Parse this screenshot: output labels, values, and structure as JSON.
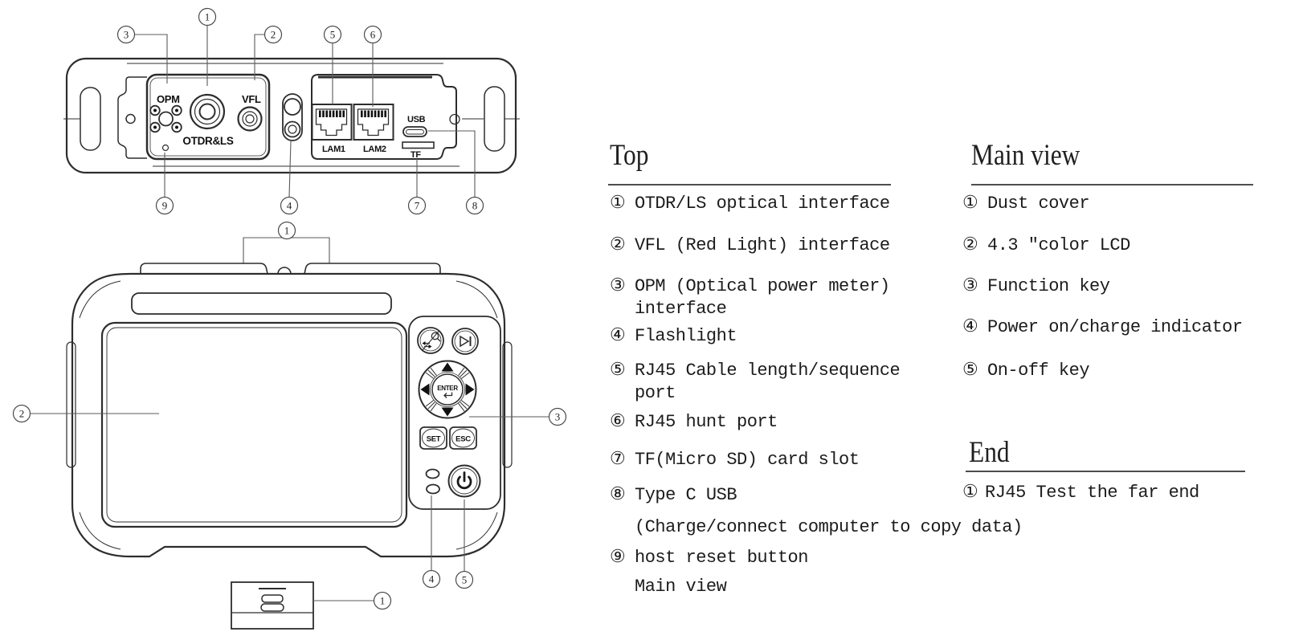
{
  "sections": {
    "top_ports": {
      "heading": "Top",
      "items": [
        {
          "num": "①",
          "l1": "OTDR/LS optical interface"
        },
        {
          "num": "②",
          "l1": "VFL (Red Light) interface"
        },
        {
          "num": "③",
          "l1": "OPM (Optical power meter)",
          "l2": "interface"
        },
        {
          "num": "④",
          "l1": "Flashlight"
        },
        {
          "num": "⑤",
          "l1": "RJ45 Cable length/sequence",
          "l2": "port"
        },
        {
          "num": "⑥",
          "l1": "RJ45 hunt port"
        },
        {
          "num": "⑦",
          "l1": "TF(Micro SD) card slot"
        },
        {
          "num": "⑧",
          "l1": "Type C USB",
          "l2": "(Charge/connect computer to copy data)"
        },
        {
          "num": "⑨",
          "l1": "host reset button",
          "l2": "Main view"
        }
      ]
    },
    "main_view": {
      "heading": "Main view",
      "items": [
        {
          "num": "①",
          "l1": "Dust cover"
        },
        {
          "num": "②",
          "l1": "4.3 ″color LCD"
        },
        {
          "num": "③",
          "l1": "Function key"
        },
        {
          "num": "④",
          "l1": "Power on/charge indicator"
        },
        {
          "num": "⑤",
          "l1": "On-off key"
        }
      ]
    },
    "end": {
      "heading": "End",
      "items": [
        {
          "num": "①",
          "l1": "RJ45 Test the far end"
        }
      ]
    }
  },
  "diagram": {
    "top_view": {
      "labels": {
        "opm": "OPM",
        "vfl": "VFL",
        "otdr_ls": "OTDR&LS",
        "lam1": "LAM1",
        "lam2": "LAM2",
        "usb": "USB",
        "tf": "TF"
      },
      "callouts": {
        "c1": "1",
        "c2": "2",
        "c3": "3",
        "c4": "4",
        "c5": "5",
        "c6": "6",
        "c7": "7",
        "c8": "8",
        "c9": "9"
      }
    },
    "main_view": {
      "labels": {
        "enter": "ENTER",
        "set": "SET",
        "esc": "ESC"
      },
      "callouts": {
        "c1": "1",
        "c2": "2",
        "c3": "3",
        "c4": "4",
        "c5": "5"
      }
    },
    "end_view": {
      "callouts": {
        "c1": "1"
      }
    }
  },
  "colors": {
    "ink": "#2d2d2d",
    "leader": "#5a5a5a",
    "text": "#1c1c1c"
  }
}
